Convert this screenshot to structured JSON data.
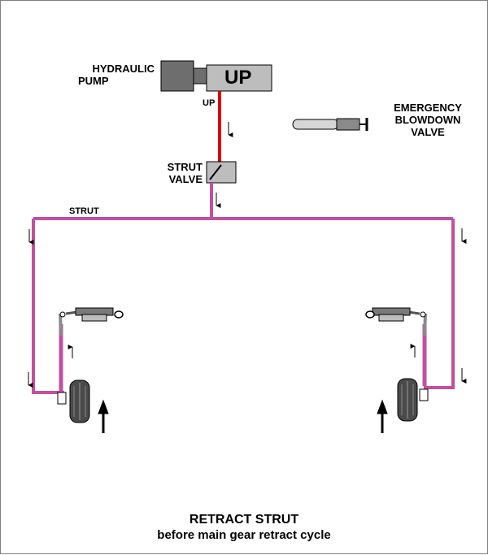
{
  "labels": {
    "pump_line1": "HYDRAULIC",
    "pump_line2": "PUMP",
    "pump_state": "UP",
    "line_up": "UP",
    "strut_valve_line1": "STRUT",
    "strut_valve_line2": "VALVE",
    "strut_line": "STRUT",
    "emergency_line1": "EMERGENCY",
    "emergency_line2": "BLOWDOWN",
    "emergency_line3": "VALVE"
  },
  "caption": {
    "title": "RETRACT STRUT",
    "subtitle": "before main gear retract cycle"
  },
  "colors": {
    "strut_line": "#c050a0",
    "pressure_line": "#e00000",
    "pump_dark": "#6e6e6e",
    "pump_light": "#bdbdbd",
    "background": "#ffffff"
  }
}
